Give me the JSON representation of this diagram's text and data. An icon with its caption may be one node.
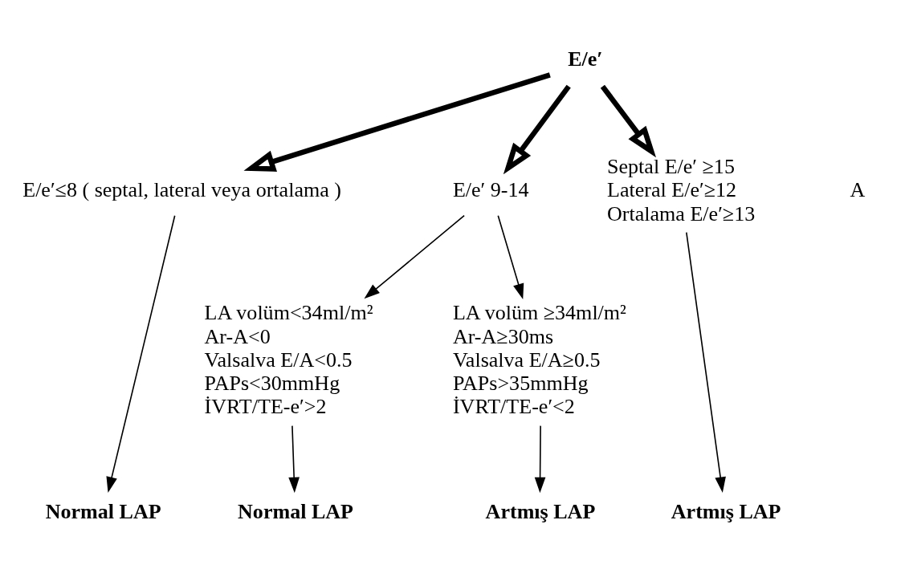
{
  "diagram": {
    "nodes": [
      {
        "text": [
          "E/e′"
        ]
      },
      {
        "text": [
          "E/e′≤8 ( septal, lateral veya ortalama )"
        ]
      },
      {
        "text": [
          "E/e′ 9-14"
        ]
      },
      {
        "text": [
          "Septal E/e′ ≥15",
          "Lateral E/e′≥12",
          "Ortalama E/e′≥13"
        ]
      },
      {
        "text": [
          "LA volüm<34ml/m²",
          "Ar-A<0",
          "Valsalva E/A<0.5",
          "PAPs<30mmHg",
          "İVRT/TE-e′>2"
        ]
      },
      {
        "text": [
          "LA volüm ≥34ml/m²",
          "Ar-A≥30ms",
          "Valsalva E/A≥0.5",
          "PAPs>35mmHg",
          "İVRT/TE-e′<2"
        ]
      },
      {
        "text": [
          "Normal LAP"
        ]
      },
      {
        "text": [
          "Normal LAP"
        ]
      },
      {
        "text": [
          "Artmış LAP"
        ]
      },
      {
        "text": [
          "Artmış LAP"
        ]
      }
    ],
    "edges": [
      {
        "from": 0,
        "to": 1,
        "arrow": "to",
        "style": "thick"
      },
      {
        "from": 0,
        "to": 3,
        "arrow": "to",
        "style": "thick"
      },
      {
        "from": 0,
        "to": 2,
        "arrow": "to",
        "style": "thick"
      },
      {
        "from": 1,
        "to": 6,
        "arrow": "to"
      },
      {
        "from": 2,
        "to": 4,
        "arrow": "to"
      },
      {
        "from": 2,
        "to": 5,
        "arrow": "to"
      },
      {
        "from": 4,
        "to": 7,
        "arrow": "to"
      },
      {
        "from": 5,
        "to": 8,
        "arrow": "to"
      },
      {
        "from": 3,
        "to": 9,
        "arrow": "to"
      }
    ],
    "labels": [
      "A"
    ]
  }
}
